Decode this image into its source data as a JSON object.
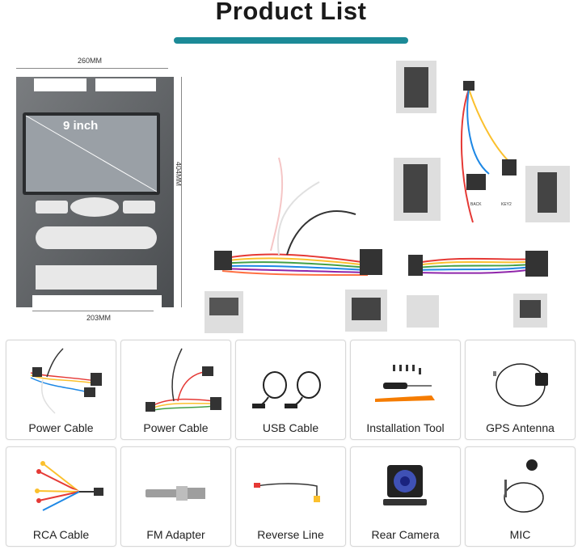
{
  "header": {
    "title": "Product List",
    "accent_color": "#1c8a97"
  },
  "radio_frame": {
    "screen_label": "9 inch",
    "width_label": "260MM",
    "height_label": "404MM",
    "bottom_label": "203MM"
  },
  "harness_labels": {
    "back": "BACK",
    "key2": "KEY2"
  },
  "products": [
    {
      "label": "Power Cable",
      "icon": "power-cable-icon"
    },
    {
      "label": "Power Cable",
      "icon": "power-cable-icon"
    },
    {
      "label": "USB Cable",
      "icon": "usb-cable-icon"
    },
    {
      "label": "Installation Tool",
      "icon": "installation-tool-icon"
    },
    {
      "label": "GPS Antenna",
      "icon": "gps-antenna-icon"
    },
    {
      "label": "RCA Cable",
      "icon": "rca-cable-icon"
    },
    {
      "label": "FM Adapter",
      "icon": "fm-adapter-icon"
    },
    {
      "label": "Reverse Line",
      "icon": "reverse-line-icon"
    },
    {
      "label": "Rear Camera",
      "icon": "rear-camera-icon"
    },
    {
      "label": "MIC",
      "icon": "mic-icon"
    }
  ]
}
